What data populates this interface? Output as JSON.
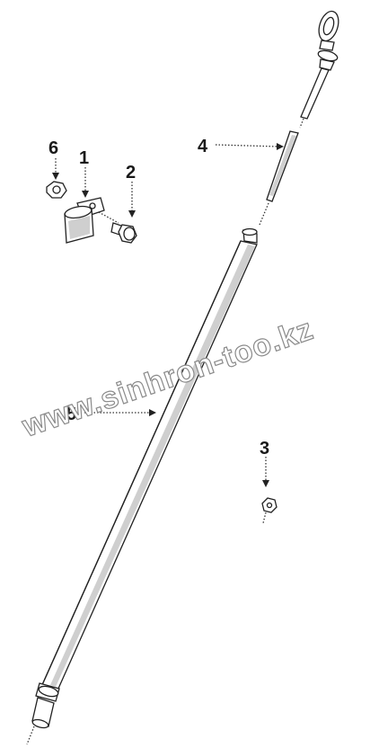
{
  "diagram": {
    "callouts": [
      "1",
      "2",
      "3",
      "4",
      "5",
      "6"
    ],
    "watermark": "www.sinhron-too.kz"
  }
}
